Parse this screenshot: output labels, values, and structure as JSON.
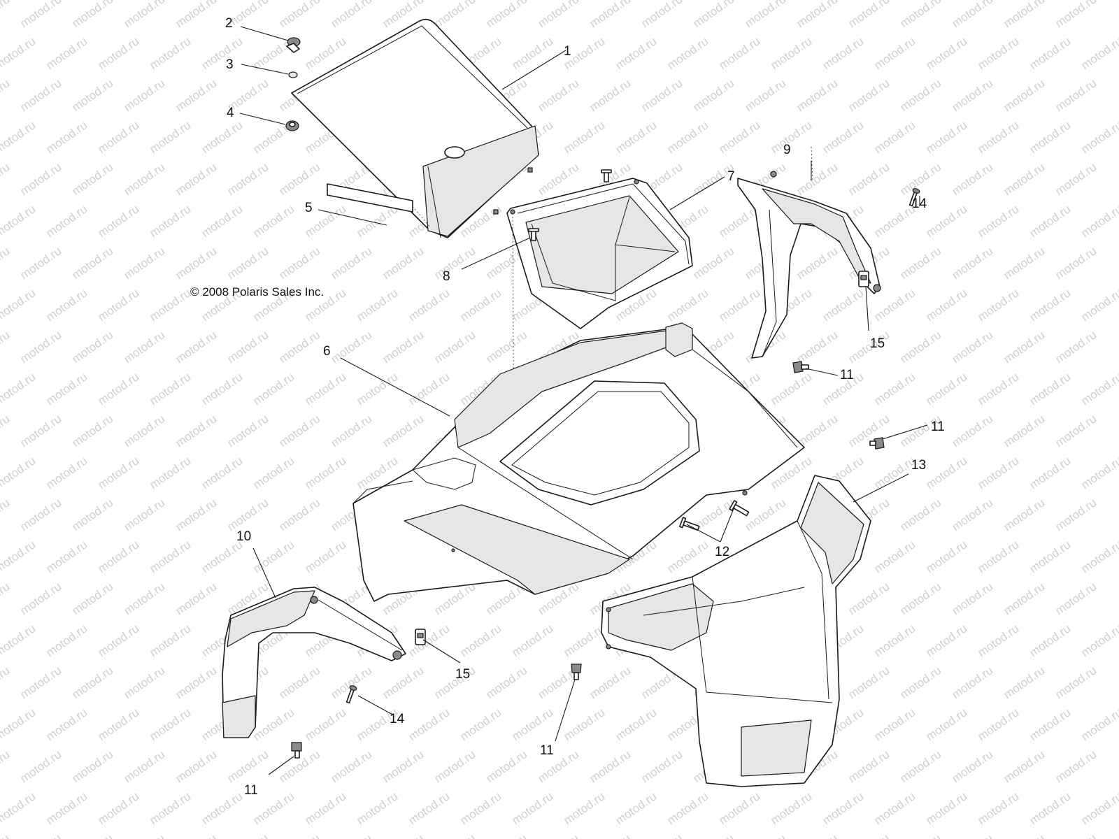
{
  "copyright": "© 2008 Polaris Sales Inc.",
  "watermark": "motod.ru",
  "callouts": {
    "c1": "1",
    "c2": "2",
    "c3": "3",
    "c4": "4",
    "c5": "5",
    "c6": "6",
    "c7": "7",
    "c8": "8",
    "c9": "9",
    "c10": "10",
    "c11a": "11",
    "c11b": "11",
    "c11c": "11",
    "c11d": "11",
    "c12": "12",
    "c13": "13",
    "c14a": "14",
    "c14b": "14",
    "c15a": "15",
    "c15b": "15"
  }
}
